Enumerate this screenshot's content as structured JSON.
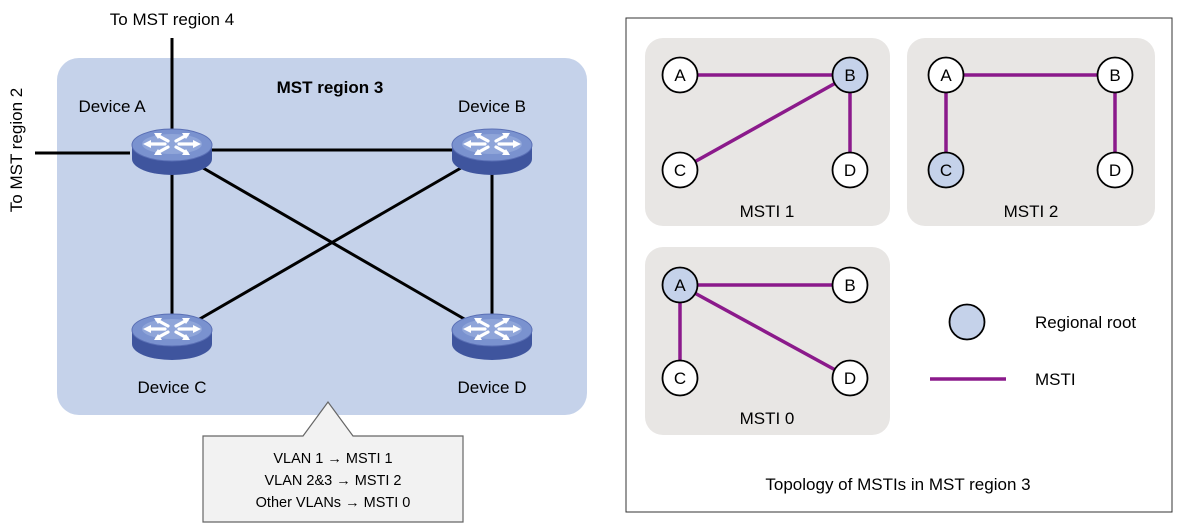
{
  "left": {
    "region_title": "MST region 3",
    "link_up_label": "To MST region 4",
    "link_left_label": "To MST region 2",
    "devices": [
      {
        "id": "A",
        "label": "Device A"
      },
      {
        "id": "B",
        "label": "Device B"
      },
      {
        "id": "C",
        "label": "Device C"
      },
      {
        "id": "D",
        "label": "Device D"
      }
    ],
    "mapping_lines": [
      "VLAN 1 → MSTI 1",
      "VLAN 2&3 → MSTI 2",
      "Other VLANs → MSTI 0"
    ]
  },
  "right": {
    "caption": "Topology of MSTIs in MST region 3",
    "instances": [
      {
        "label": "MSTI 1",
        "root": "B",
        "nodes": [
          "A",
          "B",
          "C",
          "D"
        ]
      },
      {
        "label": "MSTI 2",
        "root": "C",
        "nodes": [
          "A",
          "B",
          "C",
          "D"
        ]
      },
      {
        "label": "MSTI 0",
        "root": "A",
        "nodes": [
          "A",
          "B",
          "C",
          "D"
        ]
      }
    ],
    "legend": {
      "root_label": "Regional root",
      "msti_label": "MSTI"
    }
  },
  "colors": {
    "region_fill": "#c5d2ea",
    "panel_fill": "#e8e6e4",
    "msti_line": "#8b1a8b",
    "root_fill": "#c5d2ea",
    "router_top": "#7a92cf",
    "router_side": "#3f559e"
  }
}
